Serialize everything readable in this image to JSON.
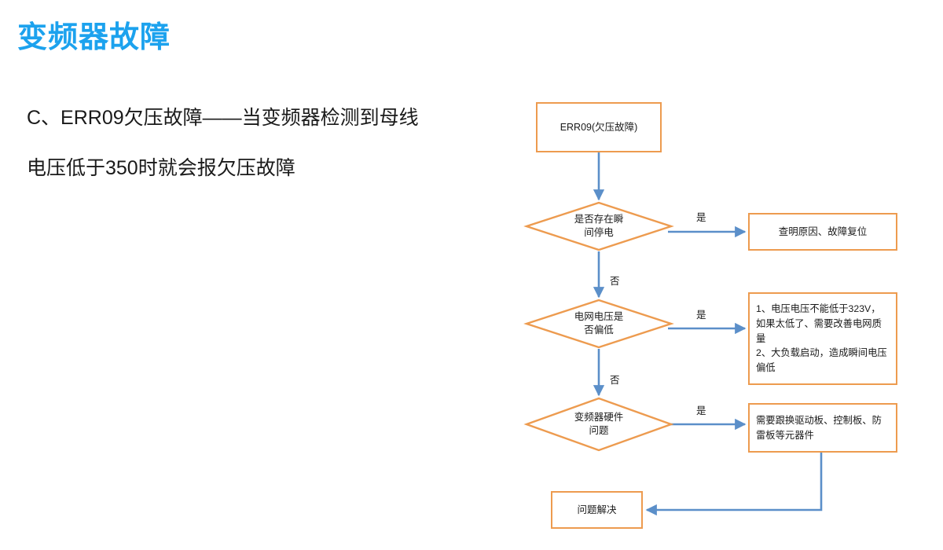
{
  "slide": {
    "title": "变频器故障",
    "title_color": "#1CA2EE",
    "paragraphs": [
      "C、ERR09欠压故障——当变频器检测到母线",
      "电压低于350时就会报欠压故障"
    ]
  },
  "palette": {
    "node_border": "#ED9B4F",
    "connector": "#5B8FC9",
    "text": "#1a1a1a",
    "background": "#FFFFFF"
  },
  "flowchart": {
    "type": "flowchart",
    "nodes": [
      {
        "id": "start",
        "shape": "rectangle",
        "label": "ERR09(欠压故障)"
      },
      {
        "id": "decision-power-outage",
        "shape": "diamond",
        "label": "是否存在瞬\n间停电"
      },
      {
        "id": "action-check-cause",
        "shape": "rectangle",
        "label": "查明原因、故障复位"
      },
      {
        "id": "decision-grid-voltage-low",
        "shape": "diamond",
        "label": "电网电压是\n否偏低"
      },
      {
        "id": "action-voltage-notes",
        "shape": "rectangle",
        "label": "1、电压电压不能低于323V，如果太低了、需要改善电网质量\n2、大负载启动，造成瞬间电压偏低"
      },
      {
        "id": "decision-hardware-problem",
        "shape": "diamond",
        "label": "变频器硬件\n问题"
      },
      {
        "id": "action-replace-boards",
        "shape": "rectangle",
        "label": "需要跟换驱动板、控制板、防雷板等元器件"
      },
      {
        "id": "end-resolved",
        "shape": "rectangle",
        "label": "问题解决"
      }
    ],
    "edge_labels": {
      "yes": "是",
      "no": "否"
    },
    "edges": [
      {
        "from": "start",
        "to": "decision-power-outage",
        "label": ""
      },
      {
        "from": "decision-power-outage",
        "to": "action-check-cause",
        "label": "是"
      },
      {
        "from": "decision-power-outage",
        "to": "decision-grid-voltage-low",
        "label": "否"
      },
      {
        "from": "decision-grid-voltage-low",
        "to": "action-voltage-notes",
        "label": "是"
      },
      {
        "from": "decision-grid-voltage-low",
        "to": "decision-hardware-problem",
        "label": "否"
      },
      {
        "from": "decision-hardware-problem",
        "to": "action-replace-boards",
        "label": "是"
      },
      {
        "from": "action-replace-boards",
        "to": "end-resolved",
        "label": ""
      }
    ]
  }
}
